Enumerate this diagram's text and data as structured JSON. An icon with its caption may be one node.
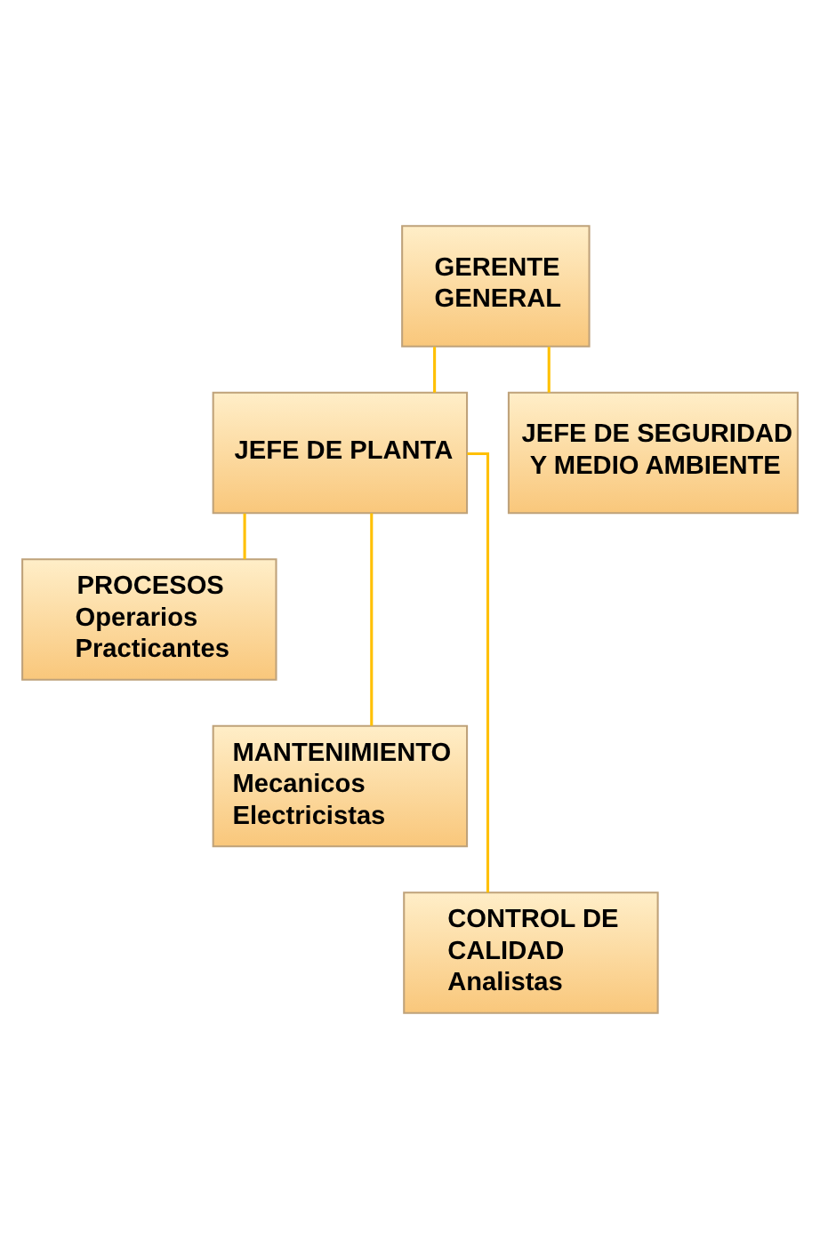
{
  "diagram": {
    "nodes": [
      {
        "text": [
          "GERENTE GENERAL"
        ]
      },
      {
        "text": [
          "JEFE DE PLANTA"
        ]
      },
      {
        "text": [
          "JEFE DE SEGURIDAD Y MEDIO AMBIENTE"
        ]
      },
      {
        "text": [
          "PROCESOS",
          "Operarios",
          "Practicantes"
        ]
      },
      {
        "text": [
          "MANTENIMIENTO",
          "Mecanicos",
          "Electricistas"
        ]
      },
      {
        "text": [
          "CONTROL DE CALIDAD",
          "Analistas"
        ]
      }
    ],
    "edges": [
      {
        "from": 0,
        "to": 1,
        "arrow": "none"
      },
      {
        "from": 0,
        "to": 2,
        "arrow": "none"
      },
      {
        "from": 1,
        "to": 3,
        "arrow": "none"
      },
      {
        "from": 1,
        "to": 4,
        "arrow": "none"
      },
      {
        "from": 1,
        "to": 5,
        "arrow": "none"
      }
    ]
  }
}
